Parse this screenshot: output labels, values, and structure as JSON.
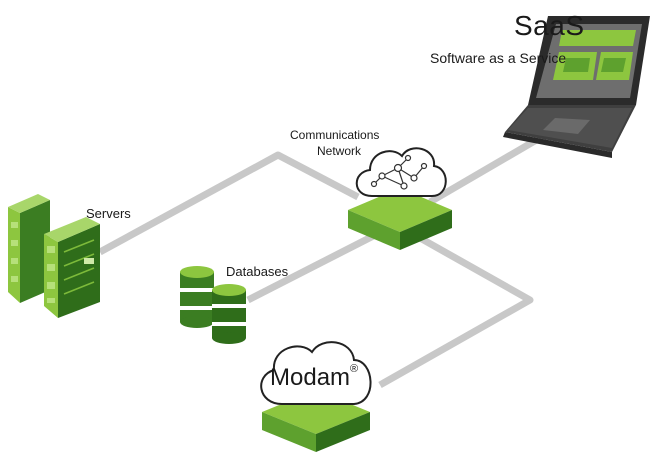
{
  "labels": {
    "saas_title": "SaaS",
    "saas_subtitle": "Software as a Service",
    "comm_line1": "Communications",
    "comm_line2": "Network",
    "servers": "Servers",
    "databases": "Databases",
    "modam": "Modam",
    "modam_mark": "®"
  },
  "colors": {
    "green_light": "#8dc63f",
    "green_mid": "#5ea12e",
    "green_dark": "#2f6d1a",
    "connector": "#c8c8c8",
    "laptop_body": "#3a3a3a",
    "laptop_screen": "#6e6e6e"
  },
  "icons": [
    "laptop-icon",
    "cloud-network-icon",
    "server-rack-icon",
    "database-icon",
    "cloud-icon",
    "hub-platform-icon"
  ]
}
